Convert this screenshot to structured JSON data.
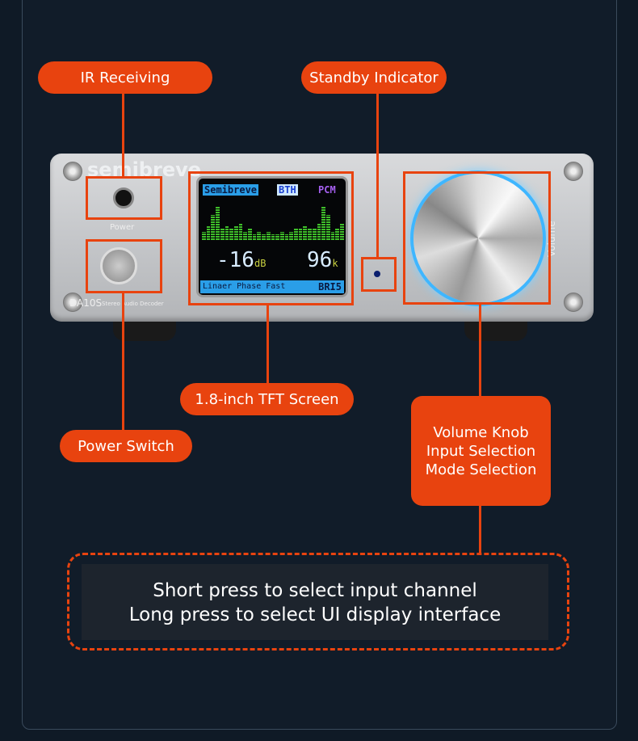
{
  "labels": {
    "ir": "IR Receiving",
    "standby": "Standby Indicator",
    "screen": "1.8-inch TFT Screen",
    "power": "Power Switch",
    "volume": [
      "Volume Knob",
      "Input Selection",
      "Mode Selection"
    ]
  },
  "device": {
    "brand": "semibreve",
    "power_text": "Power",
    "model": "DA10S",
    "subtitle": "Stereo Audio Decoder",
    "volume_text": "Volume",
    "display": {
      "brand": "Semibreve",
      "input": "BTH",
      "format": "PCM",
      "volume": "-16",
      "volume_unit": "dB",
      "rate": "96",
      "rate_unit": "k",
      "filter": "Linaer Phase Fast",
      "brightness": "BRI5",
      "spectrum_levels": [
        3,
        5,
        9,
        12,
        4,
        5,
        4,
        5,
        6,
        3,
        4,
        2,
        3,
        2,
        3,
        2,
        2,
        3,
        2,
        3,
        4,
        4,
        5,
        4,
        4,
        6,
        12,
        9,
        3,
        4,
        6
      ]
    }
  },
  "note": {
    "line1": "Short press to select input channel",
    "line2": "Long press to select UI display interface"
  },
  "colors": {
    "accent": "#e8430f",
    "background": "#0f1a26"
  }
}
